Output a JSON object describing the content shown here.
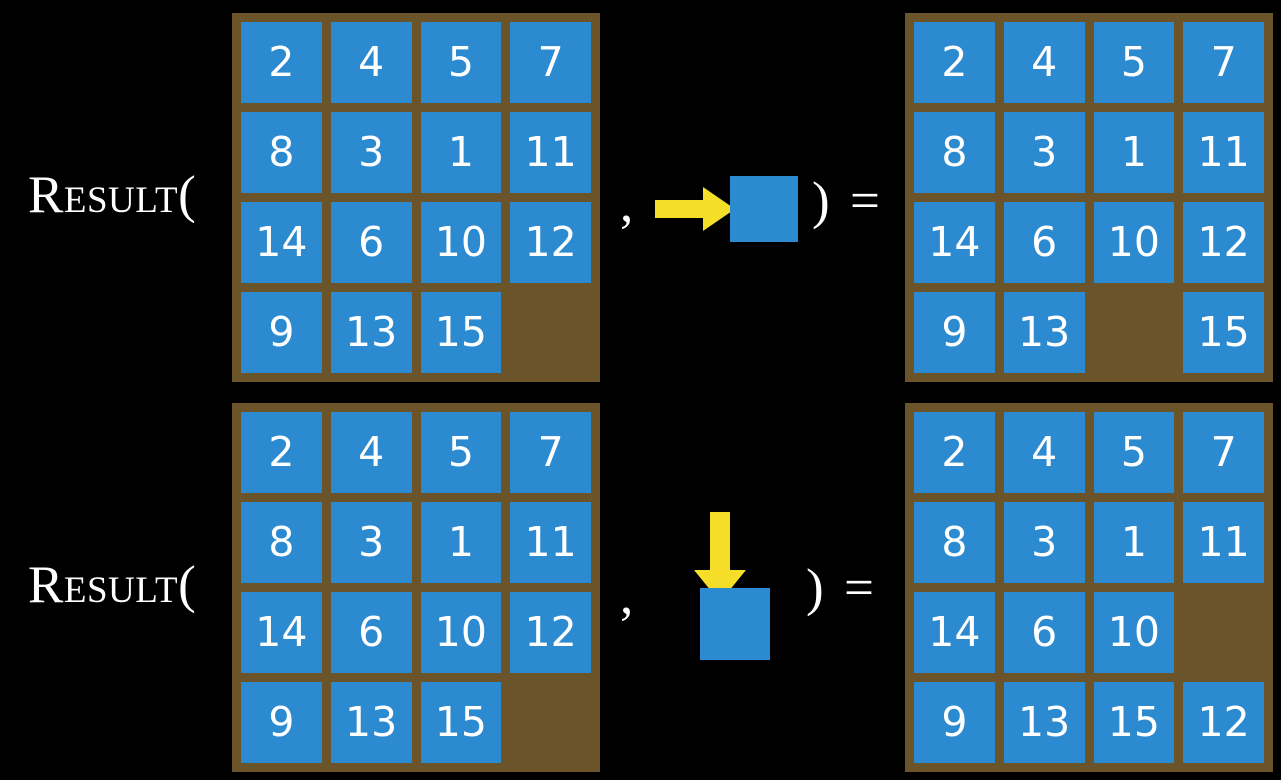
{
  "page": {
    "background_color": "#000000",
    "tile_color": "#2b8ad0",
    "board_color": "#6b5429",
    "arrow_color": "#f5de28",
    "text_color": "#ffffff"
  },
  "equations": [
    {
      "label": "Result(",
      "label_first_letter": "R",
      "label_rest": "esult(",
      "comma": ",",
      "rparen": ")",
      "equals": "=",
      "action": {
        "icon": "arrow-right-icon",
        "direction": "right",
        "description": "slide tile right into blank"
      },
      "input_board": {
        "rows": [
          [
            "2",
            "4",
            "5",
            "7"
          ],
          [
            "8",
            "3",
            "1",
            "11"
          ],
          [
            "14",
            "6",
            "10",
            "12"
          ],
          [
            "9",
            "13",
            "15",
            ""
          ]
        ]
      },
      "output_board": {
        "rows": [
          [
            "2",
            "4",
            "5",
            "7"
          ],
          [
            "8",
            "3",
            "1",
            "11"
          ],
          [
            "14",
            "6",
            "10",
            "12"
          ],
          [
            "9",
            "13",
            "",
            "15"
          ]
        ]
      }
    },
    {
      "label": "Result(",
      "label_first_letter": "R",
      "label_rest": "esult(",
      "comma": ",",
      "rparen": ")",
      "equals": "=",
      "action": {
        "icon": "arrow-down-icon",
        "direction": "down",
        "description": "slide tile down into blank"
      },
      "input_board": {
        "rows": [
          [
            "2",
            "4",
            "5",
            "7"
          ],
          [
            "8",
            "3",
            "1",
            "11"
          ],
          [
            "14",
            "6",
            "10",
            "12"
          ],
          [
            "9",
            "13",
            "15",
            ""
          ]
        ]
      },
      "output_board": {
        "rows": [
          [
            "2",
            "4",
            "5",
            "7"
          ],
          [
            "8",
            "3",
            "1",
            "11"
          ],
          [
            "14",
            "6",
            "10",
            ""
          ],
          [
            "9",
            "13",
            "15",
            "12"
          ]
        ]
      }
    }
  ]
}
